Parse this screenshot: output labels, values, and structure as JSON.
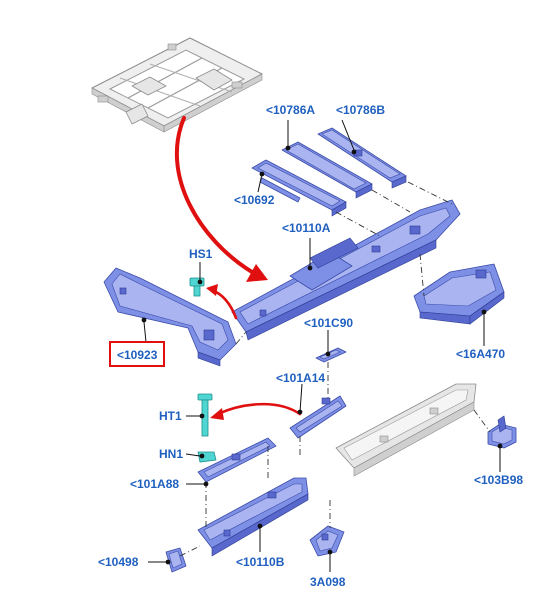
{
  "callouts": {
    "c10786a": "<10786A",
    "c10786b": "<10786B",
    "c10692": "<10692",
    "c10110a": "<10110A",
    "chs1": "HS1",
    "c10923": "<10923",
    "c16a470": "<16A470",
    "c101c90": "<101C90",
    "c101a14": "<101A14",
    "cht1": "HT1",
    "chn1": "HN1",
    "c101a88": "<101A88",
    "c103b98": "<103B98",
    "c10498": "<10498",
    "c10110b": "<10110B",
    "c3a098": "3A098"
  },
  "highlighted_callout": "<10923",
  "colors": {
    "callout_text": "#1f5fbf",
    "highlight": "#e01010",
    "part_blue": "#7e8fe6",
    "fastener_cyan": "#4fd6d2",
    "frame_grey": "#efefef"
  }
}
